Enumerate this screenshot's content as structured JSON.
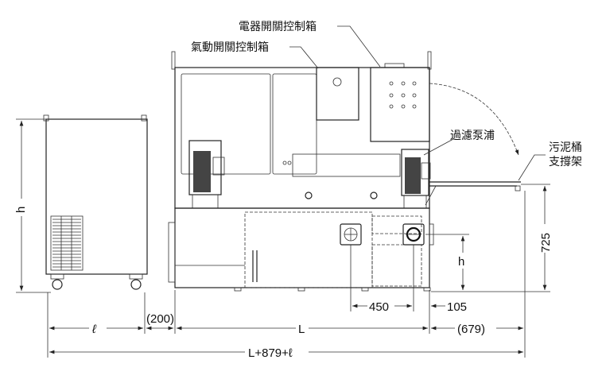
{
  "labels": {
    "electrical_box": "電器開關控制箱",
    "pneumatic_box": "氣動開關控制箱",
    "filter_pump": "過濾泵浦",
    "sludge_stand_line1": "污泥桶",
    "sludge_stand_line2": "支撐架"
  },
  "dimensions": {
    "cabinet_height": "h",
    "ell": "ℓ",
    "gap": "(200)",
    "length": "L",
    "extension": "(679)",
    "total": "L+879+ℓ",
    "port_spacing": "450",
    "port_offset": "105",
    "port_height": "h",
    "tray_height": "725"
  }
}
